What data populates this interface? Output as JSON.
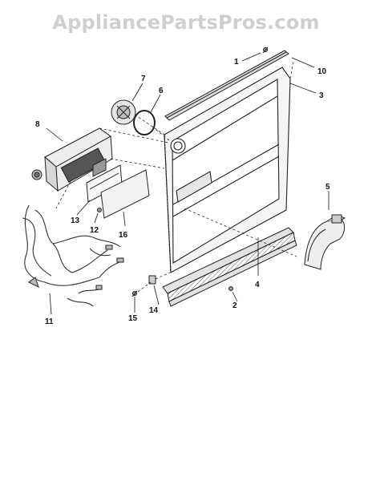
{
  "watermark": "AppliancePartsPros.com",
  "callouts": [
    "1",
    "2",
    "3",
    "4",
    "5",
    "6",
    "7",
    "8",
    "10",
    "11",
    "12",
    "13",
    "14",
    "15",
    "16"
  ],
  "colors": {
    "line": "#222222",
    "panel": "#f2f2f2",
    "shade": "#bdbdbd",
    "watermark": "#cfcfcf"
  }
}
